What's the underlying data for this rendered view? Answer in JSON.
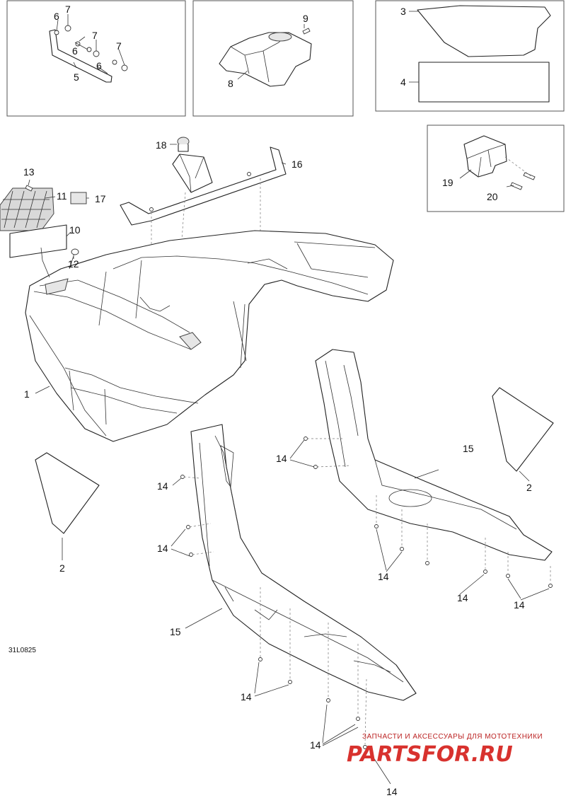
{
  "callouts": {
    "c1": "1",
    "c2a": "2",
    "c2b": "2",
    "c3": "3",
    "c4": "4",
    "c5": "5",
    "c6a": "6",
    "c6b": "6",
    "c6c": "6",
    "c7a": "7",
    "c7b": "7",
    "c7c": "7",
    "c8": "8",
    "c9": "9",
    "c10": "10",
    "c11": "11",
    "c12": "12",
    "c13": "13",
    "c14a": "14",
    "c14b": "14",
    "c14c": "14",
    "c14d": "14",
    "c14e": "14",
    "c14f": "14",
    "c14g": "14",
    "c14h": "14",
    "c14i": "14",
    "c15a": "15",
    "c15b": "15",
    "c16": "16",
    "c17": "17",
    "c18": "18",
    "c19": "19",
    "c20": "20"
  },
  "diagram_code": "31L0825",
  "watermark": {
    "tagline": "ЗАПЧАСТИ И АКСЕССУАРЫ ДЛЯ МОТОТЕХНИКИ",
    "brand": "PARTSFOR.RU",
    "color": "#d8322e"
  }
}
